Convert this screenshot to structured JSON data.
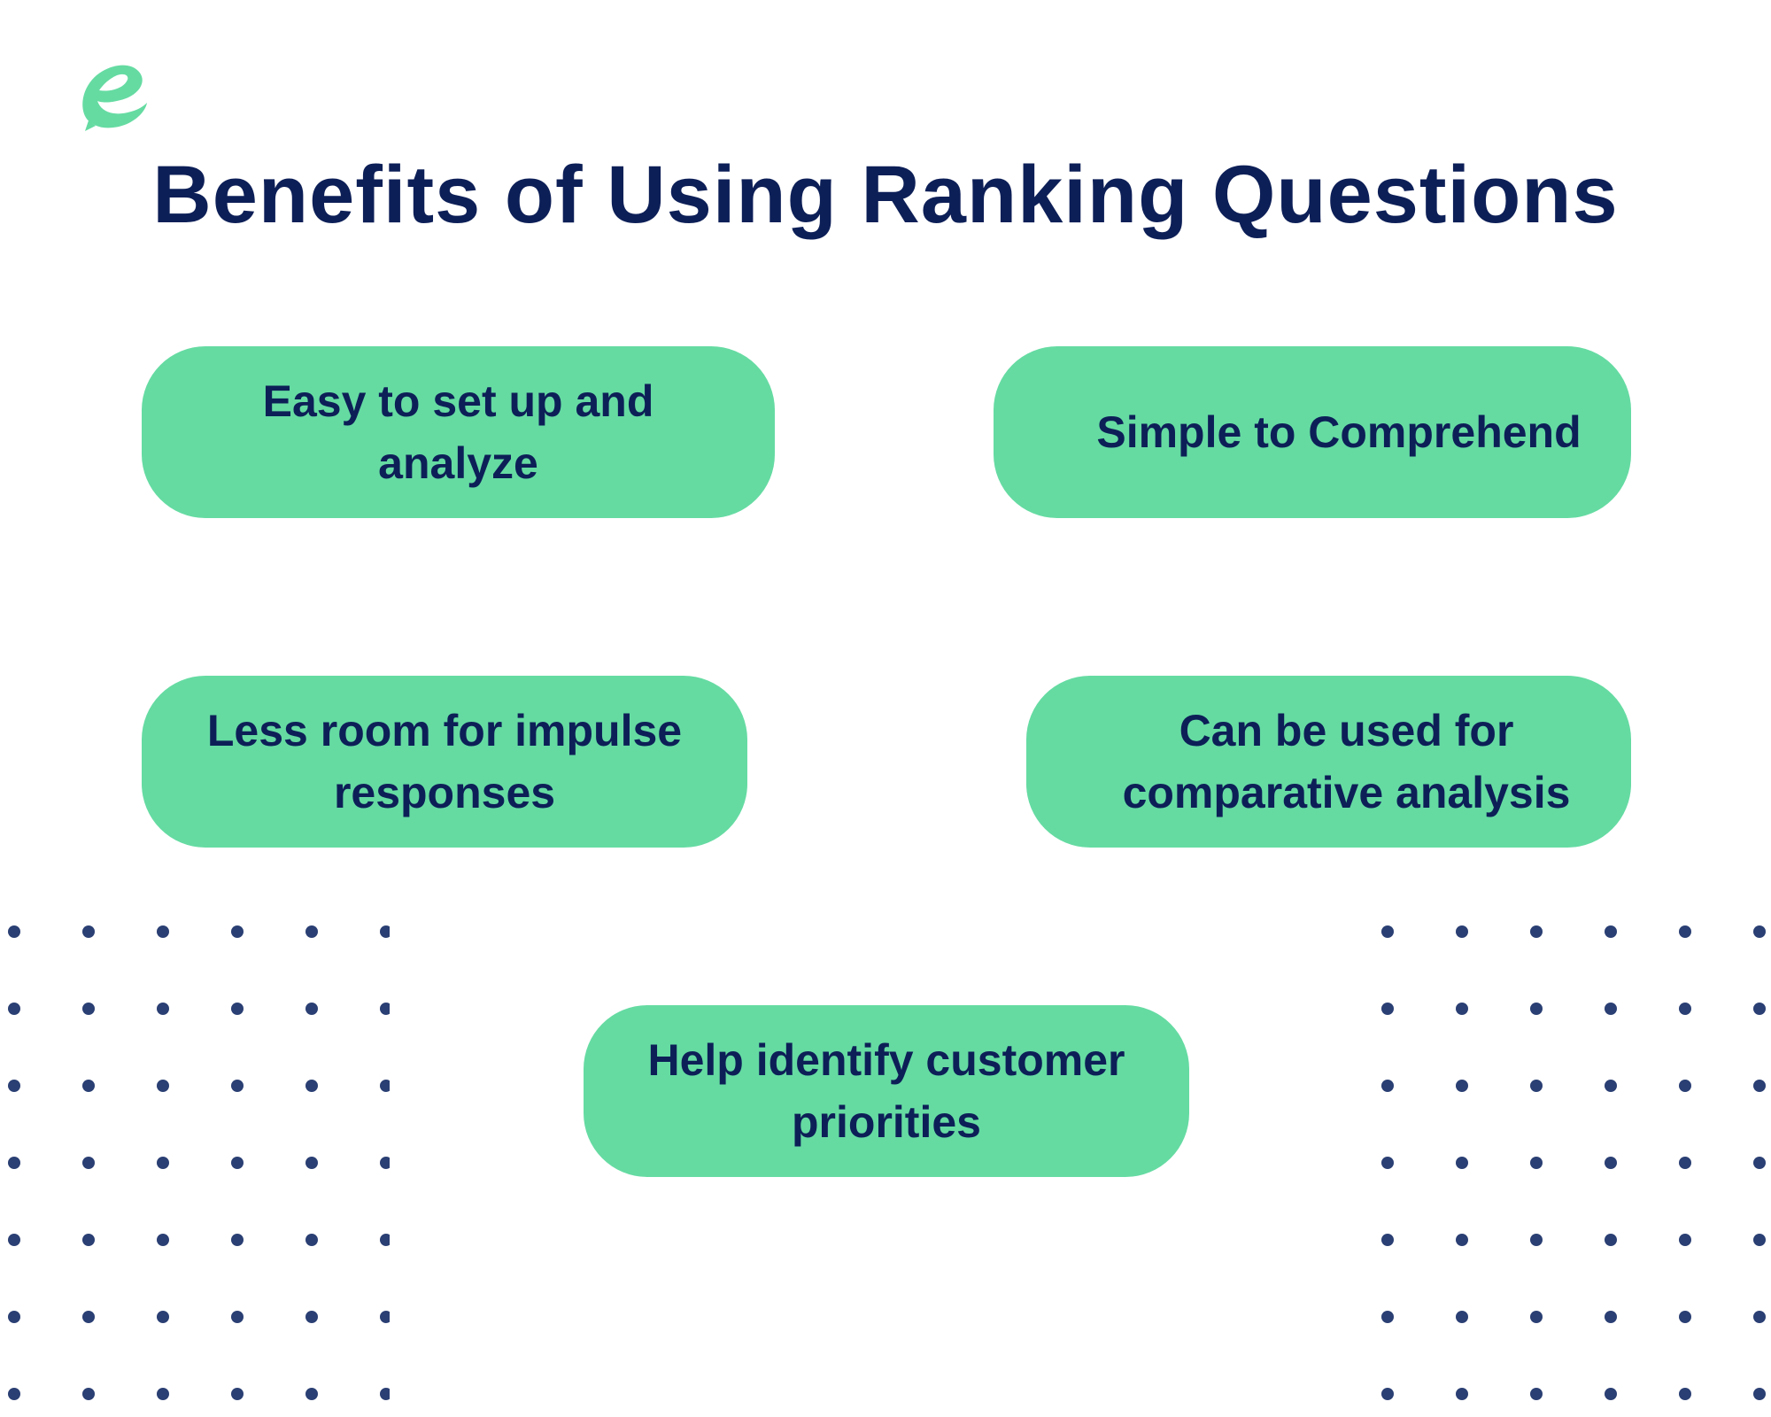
{
  "title": "Benefits of Using Ranking Questions",
  "colors": {
    "accent": "#65dba2",
    "text": "#0d1f57",
    "dots": "#2a3f73",
    "background": "#ffffff"
  },
  "logo_icon": "e-logo-icon",
  "benefits": [
    {
      "label": "Easy to set up and analyze"
    },
    {
      "label": "Simple to Comprehend"
    },
    {
      "label": "Less room for impulse responses"
    },
    {
      "label": "Can be used for comparative analysis"
    },
    {
      "label": "Help identify customer priorities"
    }
  ]
}
